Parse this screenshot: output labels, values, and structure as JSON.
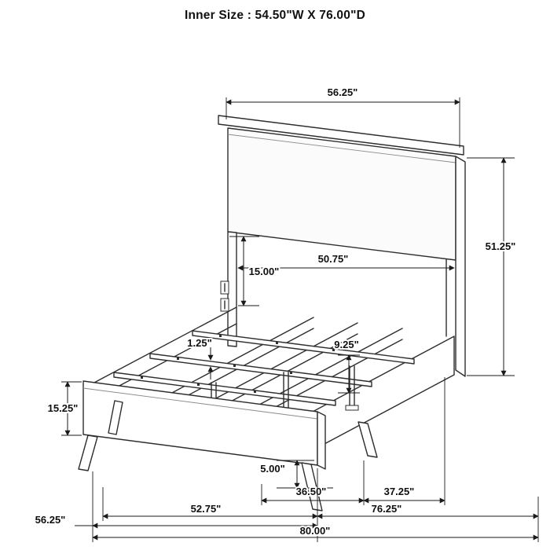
{
  "title": "Inner Size : 54.50\"W X 76.00\"D",
  "dimensions": {
    "headboard_width": "56.25\"",
    "headboard_height": "51.25\"",
    "headboard_inner_width": "50.75\"",
    "panel_to_rail_gap": "15.00\"",
    "slat_thickness": "1.25\"",
    "rail_height": "9.25\"",
    "footboard_height": "15.25\"",
    "floor_clearance": "5.00\"",
    "leg_span_front": "36.50\"",
    "leg_span_rear": "37.25\"",
    "footboard_inner_width": "52.75\"",
    "footboard_width": "56.25\"",
    "frame_length": "76.25\"",
    "overall_length": "80.00\""
  }
}
